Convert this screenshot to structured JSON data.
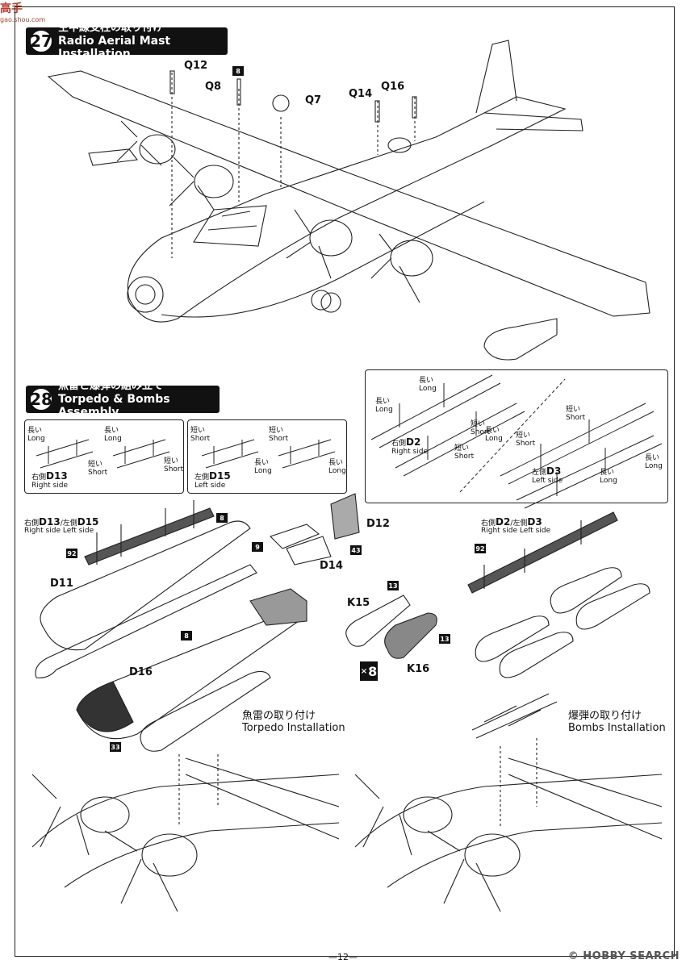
{
  "watermark": {
    "top_chars": "高手",
    "top_url": "gao.shou.com",
    "bottom": "© HOBBY SEARCH"
  },
  "step27": {
    "number": "27",
    "title_jp": "空中線支柱の取り付け",
    "title_en": "Radio Aerial Mast Installation",
    "parts": {
      "q12": "Q12",
      "q8": "Q8",
      "q7": "Q7",
      "q14": "Q14",
      "q16": "Q16",
      "badge_8": "8"
    }
  },
  "step28": {
    "number": "28",
    "title_jp": "魚雷と爆弾の組み立て",
    "title_en": "Torpedo & Bombs Assembly",
    "boxA": {
      "long_jp": "長い",
      "long_en": "Long",
      "short_jp": "短い",
      "short_en": "Short",
      "long2_jp": "長い",
      "long2_en": "Long",
      "short2_jp": "短い",
      "short2_en": "Short",
      "side_jp": "右側",
      "part": "D13",
      "side_en": "Right side"
    },
    "boxB": {
      "short_jp": "短い",
      "short_en": "Short",
      "long_jp": "長い",
      "long_en": "Long",
      "short2_jp": "短い",
      "short2_en": "Short",
      "long2_jp": "長い",
      "long2_en": "Long",
      "side_jp": "左側",
      "part": "D15",
      "side_en": "Left side"
    },
    "boxC": {
      "long_a_jp": "長い",
      "long_a_en": "Long",
      "long_b_jp": "長い",
      "long_b_en": "Long",
      "short_a_jp": "短い",
      "short_a_en": "Short",
      "long_c_jp": "長い",
      "long_c_en": "Long",
      "d2_side_jp": "右側",
      "d2": "D2",
      "d2_side_en": "Right side",
      "short_b_jp": "短い",
      "short_b_en": "Short",
      "short_c_jp": "短い",
      "short_c_en": "Short",
      "short_d_jp": "短い",
      "short_d_en": "Short",
      "long_d_jp": "長い",
      "long_d_en": "Long",
      "long_e_jp": "長い",
      "long_e_en": "Long",
      "d3_side_jp": "左側",
      "d3": "D3",
      "d3_side_en": "Left side"
    },
    "rack_left": {
      "right_jp": "右側",
      "d13": "D13",
      "slash": "/",
      "left_jp": "左側",
      "d15": "D15",
      "right_en": "Right side",
      "left_en": "Left side"
    },
    "rack_right": {
      "right_jp": "右側",
      "d2": "D2",
      "slash": "/",
      "left_jp": "左側",
      "d3": "D3",
      "right_en": "Right side",
      "left_en": "Left side"
    },
    "parts": {
      "d12": "D12",
      "d14": "D14",
      "d11": "D11",
      "d16": "D16",
      "k15": "K15",
      "k16": "K16",
      "times": "×",
      "multiplier": "8"
    },
    "badges": {
      "b92a": "92",
      "b8a": "8",
      "b9": "9",
      "b43": "43",
      "b8b": "8",
      "b33": "33",
      "b13a": "13",
      "b13b": "13",
      "b92b": "92"
    },
    "torpedo_inst": {
      "jp": "魚雷の取り付け",
      "en": "Torpedo Installation"
    },
    "bombs_inst": {
      "jp": "爆弾の取り付け",
      "en": "Bombs Installation"
    }
  },
  "page_number": "—12—"
}
